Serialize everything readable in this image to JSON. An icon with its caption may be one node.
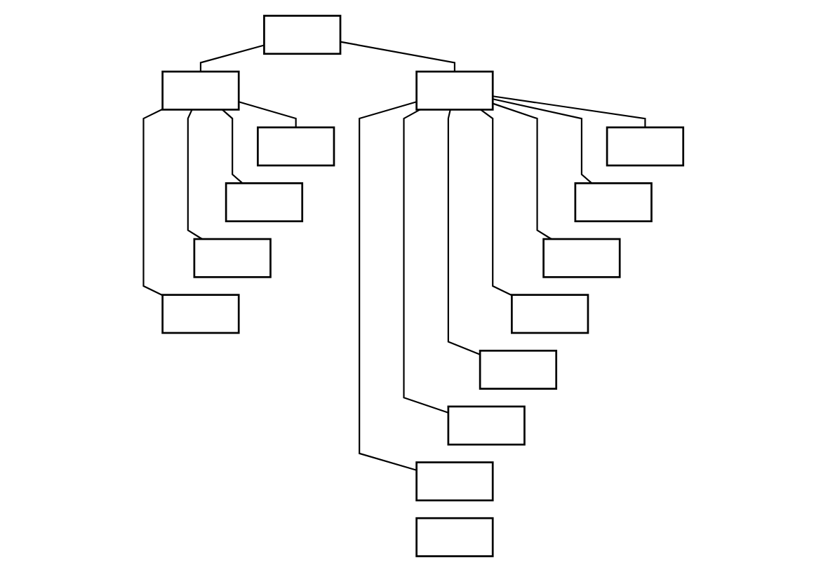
{
  "diagram": {
    "nodes": [
      {
        "text": [],
        "shape": "box"
      },
      {
        "text": [],
        "shape": "box"
      },
      {
        "text": [],
        "shape": "box"
      },
      {
        "text": [],
        "shape": "box"
      },
      {
        "text": [],
        "shape": "box"
      },
      {
        "text": [],
        "shape": "box"
      },
      {
        "text": [],
        "shape": "box"
      },
      {
        "text": [],
        "shape": "box"
      },
      {
        "text": [],
        "shape": "box"
      },
      {
        "text": [],
        "shape": "box"
      },
      {
        "text": [],
        "shape": "box"
      },
      {
        "text": [],
        "shape": "box"
      },
      {
        "text": [],
        "shape": "box"
      },
      {
        "text": [],
        "shape": "box"
      },
      {
        "text": [],
        "shape": "box"
      }
    ],
    "edges": [
      {
        "from": 0,
        "to": 1,
        "arrow": "none"
      },
      {
        "from": 0,
        "to": 2,
        "arrow": "none"
      },
      {
        "from": 1,
        "to": 3,
        "arrow": "none"
      },
      {
        "from": 1,
        "to": 4,
        "arrow": "none"
      },
      {
        "from": 1,
        "to": 5,
        "arrow": "none"
      },
      {
        "from": 1,
        "to": 6,
        "arrow": "none"
      },
      {
        "from": 2,
        "to": 7,
        "arrow": "none"
      },
      {
        "from": 2,
        "to": 8,
        "arrow": "none"
      },
      {
        "from": 2,
        "to": 9,
        "arrow": "none"
      },
      {
        "from": 2,
        "to": 10,
        "arrow": "none"
      },
      {
        "from": 2,
        "to": 11,
        "arrow": "none"
      },
      {
        "from": 2,
        "to": 12,
        "arrow": "none"
      },
      {
        "from": 2,
        "to": 13,
        "arrow": "none"
      }
    ]
  }
}
